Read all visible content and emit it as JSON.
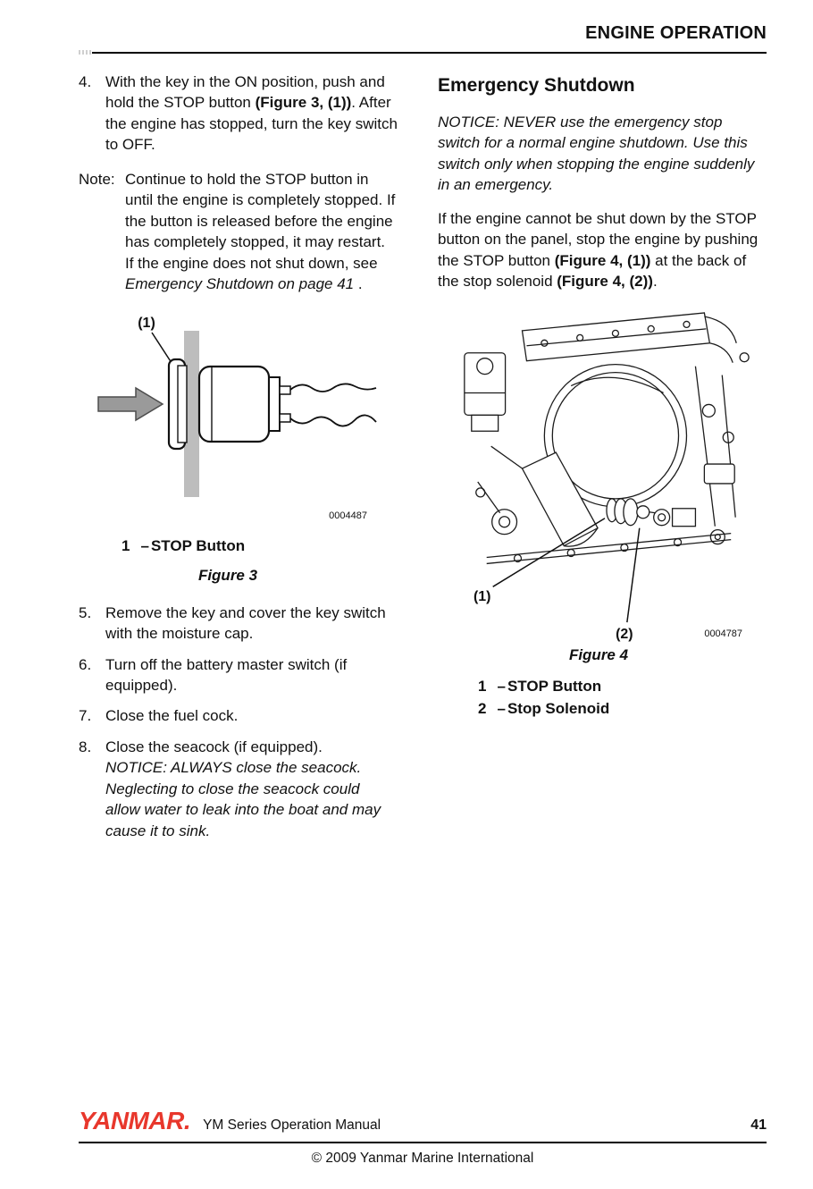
{
  "colors": {
    "brand_red": "#e8372c",
    "text": "#111111",
    "panel_gray": "#bdbdbd"
  },
  "header": {
    "title": "ENGINE OPERATION"
  },
  "left": {
    "step4": {
      "num": "4.",
      "pre": "With the key in the ON position, push and hold the STOP button ",
      "bold": "(Figure 3, (1))",
      "post": ". After the engine has stopped, turn the key switch to OFF."
    },
    "note": {
      "label": "Note:",
      "pre": "Continue to hold the STOP button in until the engine is completely stopped. If the button is released before the engine has completely stopped, it may restart. If the engine does not shut down, see ",
      "italic": "Emergency Shutdown on page 41",
      "post": " ."
    },
    "figure3": {
      "callout1": "(1)",
      "code": "0004487",
      "legend": [
        {
          "num": "1",
          "dash": "–",
          "label": "STOP Button"
        }
      ],
      "caption": "Figure 3"
    },
    "step5": {
      "num": "5.",
      "text": "Remove the key and cover the key switch with the moisture cap."
    },
    "step6": {
      "num": "6.",
      "text": "Turn off the battery master switch (if equipped)."
    },
    "step7": {
      "num": "7.",
      "text": "Close the fuel cock."
    },
    "step8": {
      "num": "8.",
      "text": "Close the seacock (if equipped).",
      "notice": "NOTICE: ALWAYS close the seacock. Neglecting to close the seacock could allow water to leak into the boat and may cause it to sink."
    }
  },
  "right": {
    "heading": "Emergency Shutdown",
    "notice": "NOTICE: NEVER use the emergency stop switch for a normal engine shutdown. Use this switch only when stopping the engine suddenly in an emergency.",
    "para": {
      "pre": "If the engine cannot be shut down by the STOP button on the panel, stop the engine by pushing the STOP button ",
      "bold1": "(Figure 4, (1))",
      "mid": " at the back of the stop solenoid ",
      "bold2": "(Figure 4, (2))",
      "post": "."
    },
    "figure4": {
      "callout1": "(1)",
      "callout2": "(2)",
      "code": "0004787",
      "caption": "Figure 4",
      "legend": [
        {
          "num": "1",
          "dash": "–",
          "label": "STOP Button"
        },
        {
          "num": "2",
          "dash": "–",
          "label": "Stop Solenoid"
        }
      ]
    }
  },
  "footer": {
    "brand": "YANMAR",
    "brand_dot": ".",
    "manual": "YM Series Operation Manual",
    "page": "41",
    "copyright": "© 2009 Yanmar Marine International"
  }
}
